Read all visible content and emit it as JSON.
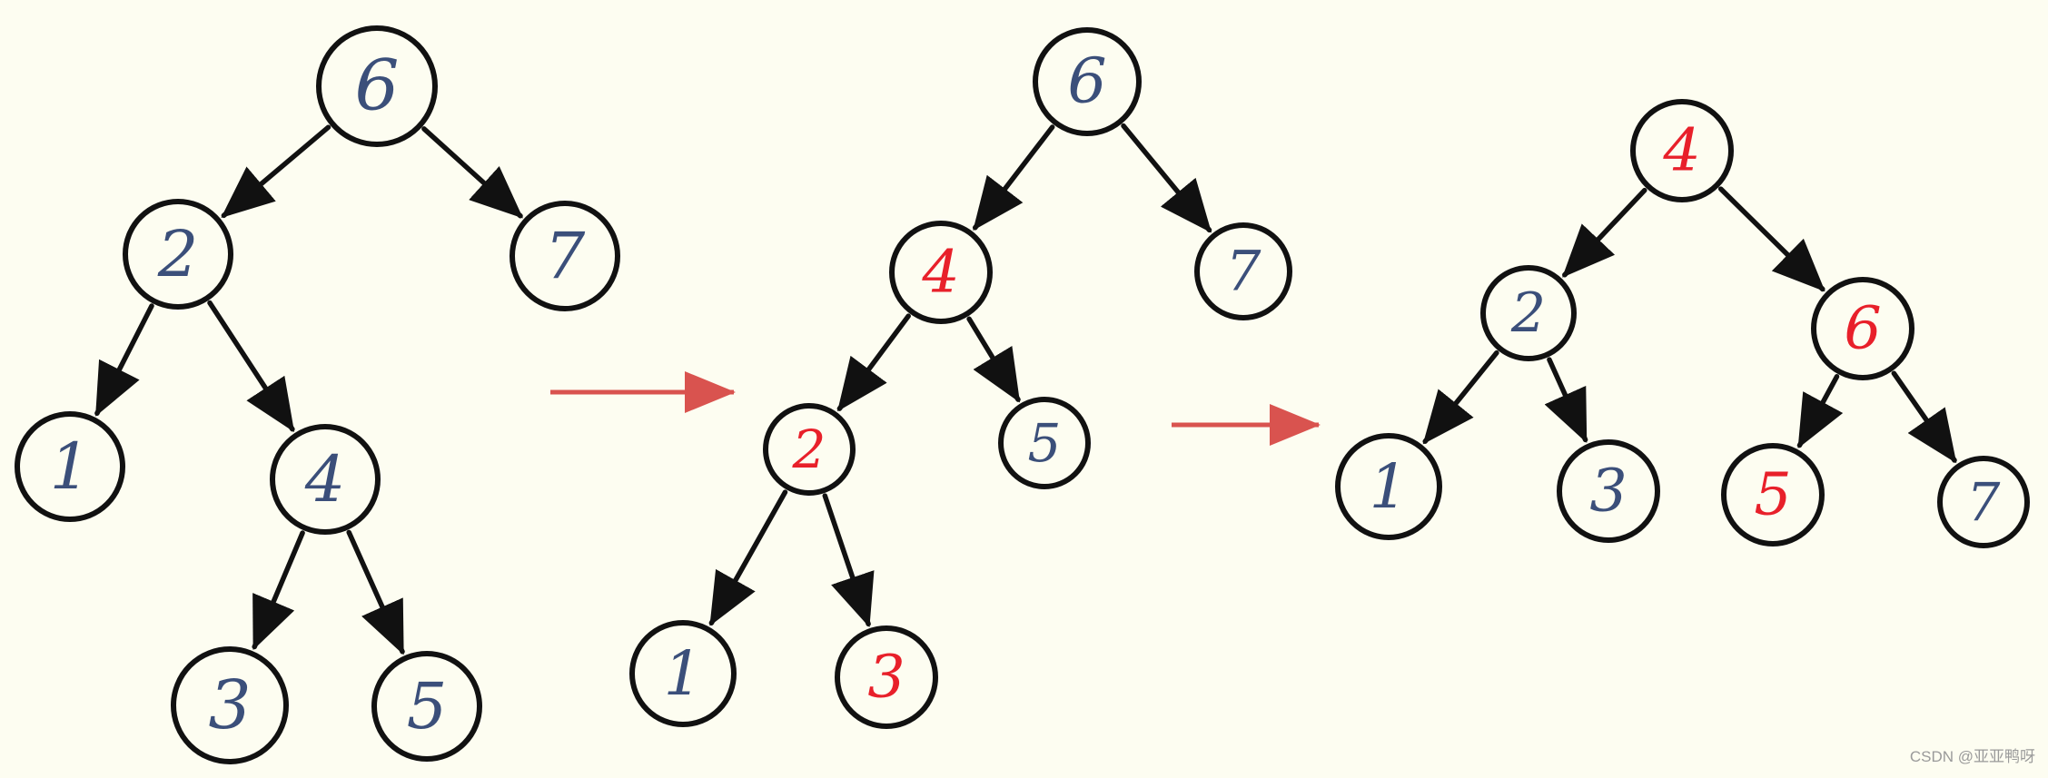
{
  "colors": {
    "background": "#fdfdf1",
    "node_stroke": "#111111",
    "edge": "#111111",
    "label_normal": "#3b4f7a",
    "label_changed": "#e8202a",
    "flow_arrow": "#d9534f"
  },
  "trees": [
    {
      "nodes": [
        {
          "id": "t1-6",
          "label": "6",
          "changed": false
        },
        {
          "id": "t1-2",
          "label": "2",
          "changed": false
        },
        {
          "id": "t1-7",
          "label": "7",
          "changed": false
        },
        {
          "id": "t1-1",
          "label": "1",
          "changed": false
        },
        {
          "id": "t1-4",
          "label": "4",
          "changed": false
        },
        {
          "id": "t1-3",
          "label": "3",
          "changed": false
        },
        {
          "id": "t1-5",
          "label": "5",
          "changed": false
        }
      ],
      "edges": [
        [
          "t1-6",
          "t1-2"
        ],
        [
          "t1-6",
          "t1-7"
        ],
        [
          "t1-2",
          "t1-1"
        ],
        [
          "t1-2",
          "t1-4"
        ],
        [
          "t1-4",
          "t1-3"
        ],
        [
          "t1-4",
          "t1-5"
        ]
      ]
    },
    {
      "nodes": [
        {
          "id": "t2-6",
          "label": "6",
          "changed": false
        },
        {
          "id": "t2-4",
          "label": "4",
          "changed": true
        },
        {
          "id": "t2-7",
          "label": "7",
          "changed": false
        },
        {
          "id": "t2-2",
          "label": "2",
          "changed": true
        },
        {
          "id": "t2-5",
          "label": "5",
          "changed": false
        },
        {
          "id": "t2-1",
          "label": "1",
          "changed": false
        },
        {
          "id": "t2-3",
          "label": "3",
          "changed": true
        }
      ],
      "edges": [
        [
          "t2-6",
          "t2-4"
        ],
        [
          "t2-6",
          "t2-7"
        ],
        [
          "t2-4",
          "t2-2"
        ],
        [
          "t2-4",
          "t2-5"
        ],
        [
          "t2-2",
          "t2-1"
        ],
        [
          "t2-2",
          "t2-3"
        ]
      ]
    },
    {
      "nodes": [
        {
          "id": "t3-4",
          "label": "4",
          "changed": true
        },
        {
          "id": "t3-2",
          "label": "2",
          "changed": false
        },
        {
          "id": "t3-6",
          "label": "6",
          "changed": true
        },
        {
          "id": "t3-1",
          "label": "1",
          "changed": false
        },
        {
          "id": "t3-3",
          "label": "3",
          "changed": false
        },
        {
          "id": "t3-5",
          "label": "5",
          "changed": true
        },
        {
          "id": "t3-7",
          "label": "7",
          "changed": false
        }
      ],
      "edges": [
        [
          "t3-4",
          "t3-2"
        ],
        [
          "t3-4",
          "t3-6"
        ],
        [
          "t3-2",
          "t3-1"
        ],
        [
          "t3-2",
          "t3-3"
        ],
        [
          "t3-6",
          "t3-5"
        ],
        [
          "t3-6",
          "t3-7"
        ]
      ]
    }
  ],
  "watermark": "CSDN @亚亚鸭呀"
}
